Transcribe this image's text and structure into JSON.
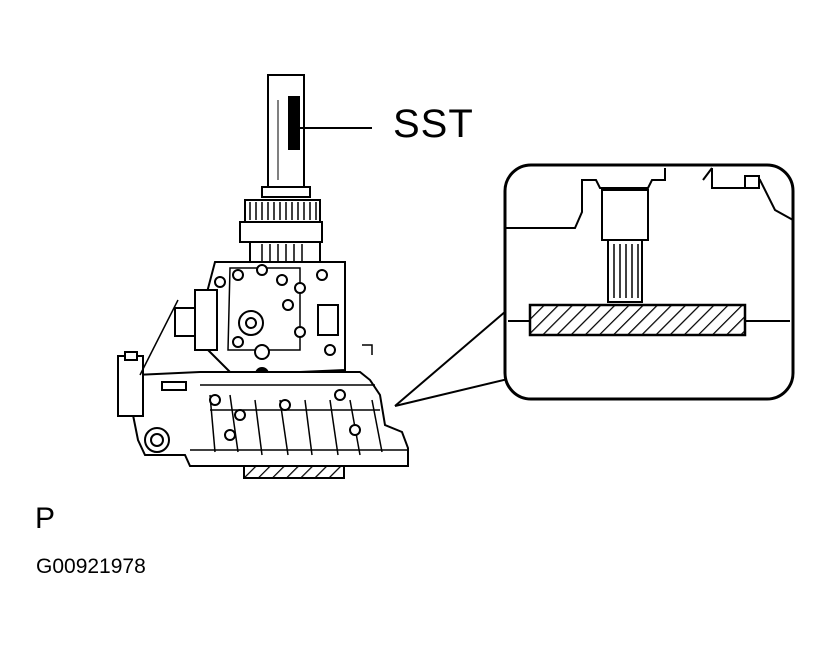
{
  "figure": {
    "callout_label": "SST",
    "view_letter": "P",
    "figure_id": "G00921978"
  }
}
